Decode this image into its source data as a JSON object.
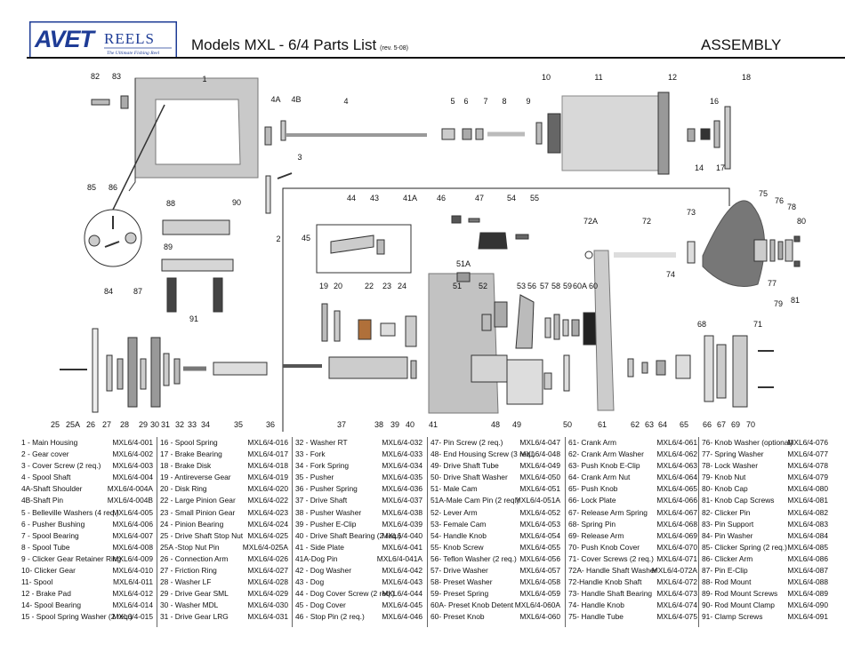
{
  "brand": {
    "logo_text": "AVET REELS",
    "tagline": "The Ultimate Fishing Reel",
    "color": "#1e3c96"
  },
  "header": {
    "title": "Models  MXL - 6/4 Parts List",
    "revision": "(rev. 5-08)",
    "section": "ASSEMBLY"
  },
  "diagram": {
    "callouts": [
      "1",
      "2",
      "3",
      "4",
      "4A",
      "4B",
      "5",
      "6",
      "7",
      "8",
      "9",
      "10",
      "11",
      "12",
      "14",
      "16",
      "17",
      "18",
      "19",
      "20",
      "22",
      "23",
      "24",
      "25",
      "25A",
      "26",
      "27",
      "28",
      "29",
      "30",
      "31",
      "32",
      "33",
      "34",
      "35",
      "36",
      "37",
      "38",
      "39",
      "40",
      "41",
      "41A",
      "43",
      "44",
      "45",
      "46",
      "47",
      "48",
      "49",
      "50",
      "51",
      "51A",
      "52",
      "53",
      "54",
      "55",
      "56",
      "57",
      "58",
      "59",
      "60",
      "60A",
      "61",
      "62",
      "63",
      "64",
      "65",
      "66",
      "67",
      "68",
      "69",
      "70",
      "71",
      "72",
      "72A",
      "73",
      "74",
      "75",
      "76",
      "77",
      "78",
      "79",
      "80",
      "81",
      "82",
      "83",
      "84",
      "85",
      "86",
      "87",
      "88",
      "89",
      "90",
      "91"
    ]
  },
  "parts": [
    [
      {
        "name": "1 - Main Housing",
        "code": "MXL6/4-001"
      },
      {
        "name": "2 - Gear cover",
        "code": "MXL6/4-002"
      },
      {
        "name": "3 - Cover Screw (2 req.)",
        "code": "MXL6/4-003"
      },
      {
        "name": "4 - Spool Shaft",
        "code": "MXL6/4-004"
      },
      {
        "name": "4A-Shaft Shoulder",
        "code": "MXL6/4-004A"
      },
      {
        "name": "4B-Shaft Pin",
        "code": "MXL6/4-004B"
      },
      {
        "name": "5 - Belleville Washers (4 req.)",
        "code": "MXL6/4-005"
      },
      {
        "name": "6 - Pusher Bushing",
        "code": "MXL6/4-006"
      },
      {
        "name": "7 - Spool Bearing",
        "code": "MXL6/4-007"
      },
      {
        "name": "8 - Spool Tube",
        "code": "MXL6/4-008"
      },
      {
        "name": "9 - Clicker Gear Retainer Ring",
        "code": "MXL6/4-009"
      },
      {
        "name": "10- Clicker Gear",
        "code": "MXL6/4-010"
      },
      {
        "name": "11- Spool",
        "code": "MXL6/4-011"
      },
      {
        "name": "12 - Brake Pad",
        "code": "MXL6/4-012"
      },
      {
        "name": "14- Spool Bearing",
        "code": "MXL6/4-014"
      },
      {
        "name": "15 - Spool Spring Washer (2 req.)",
        "code": "MXL6/4-015"
      }
    ],
    [
      {
        "name": "16 - Spool Spring",
        "code": "MXL6/4-016"
      },
      {
        "name": "17 - Brake Bearing",
        "code": "MXL6/4-017"
      },
      {
        "name": "18 - Brake Disk",
        "code": "MXL6/4-018"
      },
      {
        "name": "19 - Antireverse Gear",
        "code": "MXL6/4-019"
      },
      {
        "name": "20 - Disk Ring",
        "code": "MXL6/4-020"
      },
      {
        "name": "22 - Large Pinion Gear",
        "code": "MXL6/4-022"
      },
      {
        "name": "23 - Small Pinion Gear",
        "code": "MXL6/4-023"
      },
      {
        "name": "24 - Pinion Bearing",
        "code": "MXL6/4-024"
      },
      {
        "name": "25 - Drive Shaft Stop Nut",
        "code": "MXL6/4-025"
      },
      {
        "name": "25A -Stop Nut Pin",
        "code": "MXL6/4-025A"
      },
      {
        "name": "26 - Connection Arm",
        "code": "MXL6/4-026"
      },
      {
        "name": "27 - Friction Ring",
        "code": "MXL6/4-027"
      },
      {
        "name": "28 - Washer LF",
        "code": "MXL6/4-028"
      },
      {
        "name": "29 - Drive Gear SML",
        "code": "MXL6/4-029"
      },
      {
        "name": "30 - Washer MDL",
        "code": "MXL6/4-030"
      },
      {
        "name": "31 - Drive Gear LRG",
        "code": "MXL6/4-031"
      }
    ],
    [
      {
        "name": "32 - Washer RT",
        "code": "MXL6/4-032"
      },
      {
        "name": "33 - Fork",
        "code": "MXL6/4-033"
      },
      {
        "name": "34 - Fork Spring",
        "code": "MXL6/4-034"
      },
      {
        "name": "35 - Pusher",
        "code": "MXL6/4-035"
      },
      {
        "name": "36 - Pusher Spring",
        "code": "MXL6/4-036"
      },
      {
        "name": "37 - Drive Shaft",
        "code": "MXL6/4-037"
      },
      {
        "name": "38 - Pusher Washer",
        "code": "MXL6/4-038"
      },
      {
        "name": "39 - Pusher E-Clip",
        "code": "MXL6/4-039"
      },
      {
        "name": "40 - Drive Shaft Bearing (2 req.)",
        "code": "MXL6/4-040"
      },
      {
        "name": "41 - Side Plate",
        "code": "MXL6/4-041"
      },
      {
        "name": "41A-Dog Pin",
        "code": "MXL6/4-041A"
      },
      {
        "name": "42 - Dog Washer",
        "code": "MXL6/4-042"
      },
      {
        "name": "43 - Dog",
        "code": "MXL6/4-043"
      },
      {
        "name": "44 - Dog Cover Screw (2 req.)",
        "code": "MXL6/4-044"
      },
      {
        "name": "45 - Dog Cover",
        "code": "MXL6/4-045"
      },
      {
        "name": "46 - Stop Pin (2 req.)",
        "code": "MXL6/4-046"
      }
    ],
    [
      {
        "name": "47- Pin Screw (2 req.)",
        "code": "MXL6/4-047"
      },
      {
        "name": "48- End Housing Screw (3 req.)",
        "code": "MXL6/4-048"
      },
      {
        "name": "49- Drive Shaft Tube",
        "code": "MXL6/4-049"
      },
      {
        "name": "50- Drive Shaft Washer",
        "code": "MXL6/4-050"
      },
      {
        "name": "51- Male Cam",
        "code": "MXL6/4-051"
      },
      {
        "name": "51A-Male Cam Pin (2 req.)",
        "code": "MXL6/4-051A"
      },
      {
        "name": "52- Lever Arm",
        "code": "MXL6/4-052"
      },
      {
        "name": "53- Female Cam",
        "code": "MXL6/4-053"
      },
      {
        "name": "54- Handle Knob",
        "code": "MXL6/4-054"
      },
      {
        "name": "55- Knob Screw",
        "code": "MXL6/4-055"
      },
      {
        "name": "56- Teflon Washer (2 req.)",
        "code": "MXL6/4-056"
      },
      {
        "name": "57- Drive Washer",
        "code": "MXL6/4-057"
      },
      {
        "name": "58- Preset Washer",
        "code": "MXL6/4-058"
      },
      {
        "name": "59- Preset Spring",
        "code": "MXL6/4-059"
      },
      {
        "name": "60A- Preset Knob Detent",
        "code": "MXL6/4-060A"
      },
      {
        "name": "60- Preset Knob",
        "code": "MXL6/4-060"
      }
    ],
    [
      {
        "name": "61- Crank Arm",
        "code": "MXL6/4-061"
      },
      {
        "name": "62- Crank Arm Washer",
        "code": "MXL6/4-062"
      },
      {
        "name": "63- Push Knob E-Clip",
        "code": "MXL6/4-063"
      },
      {
        "name": "64- Crank Arm Nut",
        "code": "MXL6/4-064"
      },
      {
        "name": "65- Push Knob",
        "code": "MXL6/4-065"
      },
      {
        "name": "66- Lock Plate",
        "code": "MXL6/4-066"
      },
      {
        "name": "67- Release Arm Spring",
        "code": "MXL6/4-067"
      },
      {
        "name": "68- Spring Pin",
        "code": "MXL6/4-068"
      },
      {
        "name": "69- Release Arm",
        "code": "MXL6/4-069"
      },
      {
        "name": "70- Push Knob Cover",
        "code": "MXL6/4-070"
      },
      {
        "name": "71- Cover Screws (2 req.)",
        "code": "MXL6/4-071"
      },
      {
        "name": "72A- Handle Shaft Washer",
        "code": "MXL6/4-072A"
      },
      {
        "name": "72-Handle Knob Shaft",
        "code": "MXL6/4-072"
      },
      {
        "name": "73- Handle Shaft Bearing",
        "code": "MXL6/4-073"
      },
      {
        "name": "74- Handle Knob",
        "code": "MXL6/4-074"
      },
      {
        "name": "75- Handle Tube",
        "code": "MXL6/4-075"
      }
    ],
    [
      {
        "name": "76- Knob Washer (optional)",
        "code": "MXL6/4-076"
      },
      {
        "name": "77- Spring Washer",
        "code": "MXL6/4-077"
      },
      {
        "name": "78- Lock Washer",
        "code": "MXL6/4-078"
      },
      {
        "name": "79- Knob Nut",
        "code": "MXL6/4-079"
      },
      {
        "name": "80- Knob Cap",
        "code": "MXL6/4-080"
      },
      {
        "name": "81- Knob Cap Screws",
        "code": "MXL6/4-081"
      },
      {
        "name": "82- Clicker Pin",
        "code": "MXL6/4-082"
      },
      {
        "name": "83- Pin Support",
        "code": "MXL6/4-083"
      },
      {
        "name": "84- Pin Washer",
        "code": "MXL6/4-084"
      },
      {
        "name": "85- Clicker Spring (2 req.)",
        "code": "MXL6/4-085"
      },
      {
        "name": "86- Clicker Arm",
        "code": "MXL6/4-086"
      },
      {
        "name": "87- Pin E-Clip",
        "code": "MXL6/4-087"
      },
      {
        "name": "88- Rod Mount",
        "code": "MXL6/4-088"
      },
      {
        "name": "89- Rod Mount Screws",
        "code": "MXL6/4-089"
      },
      {
        "name": "90- Rod Mount Clamp",
        "code": "MXL6/4-090"
      },
      {
        "name": "91- Clamp Screws",
        "code": "MXL6/4-091"
      }
    ]
  ]
}
